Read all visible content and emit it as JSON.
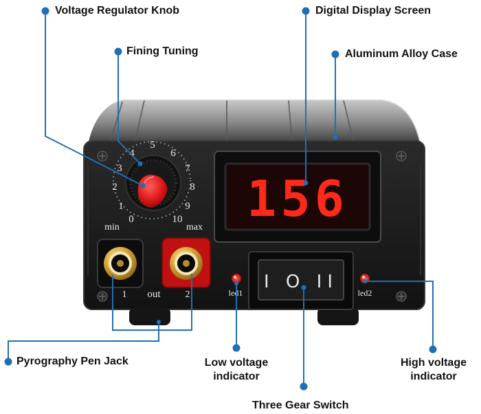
{
  "callouts": {
    "voltage_knob": "Voltage Regulator Knob",
    "fining_tuning": "Fining Tuning",
    "digital_display": "Digital Display Screen",
    "aluminum_case": "Aluminum Alloy Case",
    "pen_jack": "Pyrography Pen Jack",
    "low_voltage": [
      "Low voltage",
      "indicator"
    ],
    "high_voltage": [
      "High voltage",
      "indicator"
    ],
    "gear_switch": "Three Gear Switch"
  },
  "device": {
    "display_value": "156",
    "dial_numbers": [
      "0",
      "1",
      "2",
      "3",
      "4",
      "5",
      "6",
      "7",
      "8",
      "9",
      "10"
    ],
    "min_label": "min",
    "max_label": "max",
    "out_label": "out",
    "jack_1": "1",
    "jack_2": "2",
    "led1_label": "led1",
    "led2_label": "led2",
    "switch_positions": "I O II"
  },
  "colors": {
    "callout_line": "#1f6fb5",
    "led_red": "#e4211c",
    "case": "#1a1a1a"
  }
}
